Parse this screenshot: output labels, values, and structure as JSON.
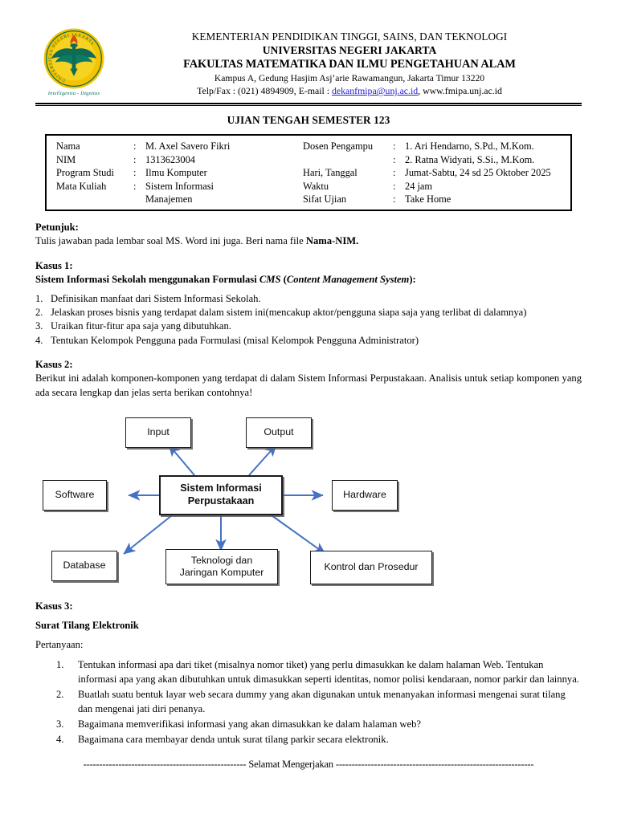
{
  "header": {
    "logo_alt": "university-seal",
    "logo_motto": "Intelligentia - Dignitas",
    "ministry": "KEMENTERIAN PENDIDIKAN TINGGI, SAINS, DAN TEKNOLOGI",
    "university": "UNIVERSITAS NEGERI JAKARTA",
    "faculty": "FAKULTAS MATEMATIKA DAN ILMU PENGETAHUAN ALAM",
    "address": "Kampus A, Gedung Hasjim Asj’arie Rawamangun, Jakarta Timur 13220",
    "contact_prefix": "Telp/Fax : (021) 4894909, E-mail : ",
    "email": "dekanfmipa@unj.ac.id",
    "contact_suffix": ", www.fmipa.unj.ac.id",
    "link_color": "#2222cc"
  },
  "exam_title": "UJIAN TENGAH SEMESTER 123",
  "info": {
    "left": [
      {
        "label": "Nama",
        "colon": ":",
        "value": "M. Axel Savero Fikri"
      },
      {
        "label": "NIM",
        "colon": ":",
        "value": "1313623004"
      },
      {
        "label": "Program Studi",
        "colon": ":",
        "value": "Ilmu Komputer"
      },
      {
        "label": "Mata Kuliah",
        "colon": ":",
        "value": "Sistem Informasi"
      },
      {
        "label": "",
        "colon": "",
        "value": "Manajemen"
      }
    ],
    "right": [
      {
        "label": "Dosen Pengampu",
        "colon": ":",
        "value": "1. Ari Hendarno, S.Pd., M.Kom."
      },
      {
        "label": "",
        "colon": ":",
        "value": "2. Ratna Widyati, S.Si., M.Kom."
      },
      {
        "label": "Hari, Tanggal",
        "colon": ":",
        "value": "Jumat-Sabtu, 24 sd 25 Oktober 2025"
      },
      {
        "label": "Waktu",
        "colon": ":",
        "value": "24 jam"
      },
      {
        "label": "Sifat Ujian",
        "colon": ":",
        "value": "Take Home"
      }
    ]
  },
  "petunjuk": {
    "heading": "Petunjuk:",
    "text_a": "Tulis jawaban pada lembar soal MS. Word ini juga. Beri nama file ",
    "text_bold": "Nama-NIM.",
    "text_b": ""
  },
  "kasus1": {
    "heading": "Kasus 1:",
    "subheading_a": "Sistem Informasi Sekolah menggunakan Formulasi ",
    "subheading_italic": "CMS",
    "subheading_b": " (",
    "subheading_italic2": "Content Management System",
    "subheading_c": "):",
    "items": [
      {
        "num": "1.",
        "text": "Definisikan manfaat dari Sistem Informasi Sekolah."
      },
      {
        "num": "2.",
        "text": "Jelaskan proses bisnis yang terdapat dalam sistem ini(mencakup aktor/pengguna siapa saja yang terlibat di dalamnya)"
      },
      {
        "num": "3.",
        "text": "Uraikan fitur-fitur apa saja yang dibutuhkan."
      },
      {
        "num": "4.",
        "text": "Tentukan Kelompok Pengguna pada Formulasi (misal Kelompok Pengguna Administrator)"
      }
    ]
  },
  "kasus2": {
    "heading": "Kasus 2:",
    "intro": "Berikut ini adalah komponen-komponen yang terdapat di dalam Sistem Informasi Perpustakaan. Analisis untuk setiap komponen yang ada secara lengkap dan jelas serta berikan contohnya!"
  },
  "diagram": {
    "arrow_color": "#4472c4",
    "center": "Sistem Informasi\nPerpustakaan",
    "center_line1": "Sistem Informasi",
    "center_line2": "Perpustakaan",
    "nodes": [
      {
        "id": "input",
        "label": "Input"
      },
      {
        "id": "output",
        "label": "Output"
      },
      {
        "id": "software",
        "label": "Software"
      },
      {
        "id": "hardware",
        "label": "Hardware"
      },
      {
        "id": "database",
        "label": "Database"
      },
      {
        "id": "teknologi",
        "label_line1": "Teknologi dan",
        "label_line2": "Jaringan Komputer"
      },
      {
        "id": "kontrol",
        "label": "Kontrol dan Prosedur"
      }
    ]
  },
  "kasus3": {
    "heading": "Kasus 3:",
    "subheading": "Surat Tilang Elektronik",
    "question_label": "Pertanyaan:",
    "items": [
      {
        "num": "1.",
        "text": "Tentukan informasi apa dari tiket (misalnya nomor tiket) yang perlu dimasukkan ke dalam halaman Web. Tentukan informasi apa yang akan dibutuhkan untuk dimasukkan seperti identitas, nomor polisi kendaraan, nomor parkir dan lainnya."
      },
      {
        "num": "2.",
        "text": "Buatlah suatu bentuk layar web secara dummy yang akan digunakan untuk menanyakan informasi mengenai surat tilang dan mengenai jati diri penanya."
      },
      {
        "num": "3.",
        "text": "Bagaimana memverifikasi informasi yang akan dimasukkan ke dalam halaman web?"
      },
      {
        "num": "4.",
        "text": "Bagaimana cara membayar denda untuk surat tilang parkir secara elektronik."
      }
    ]
  },
  "footer": {
    "dashes_left": "---------------------------------------------------",
    "text": " Selamat Mengerjakan ",
    "dashes_right": "--------------------------------------------------------------"
  }
}
